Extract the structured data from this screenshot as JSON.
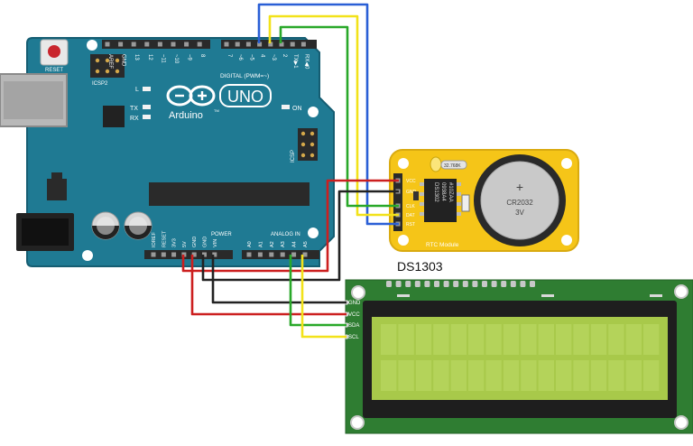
{
  "arduino": {
    "reset_label": "RESET",
    "icsp2_label": "ICSP2",
    "icsp_label": "ICSP",
    "brand_label": "Arduino",
    "tm_label": "TM",
    "model_label": "UNO",
    "on_label": "ON",
    "l_label": "L",
    "tx_label": "TX",
    "rx_label": "RX",
    "digital_label": "DIGITAL (PWM=~)",
    "power_label": "POWER",
    "analog_label": "ANALOG IN",
    "top_pins_left": [
      "AREF",
      "GND",
      "13",
      "12",
      "~11",
      "~10",
      "~9",
      "8"
    ],
    "top_pins_right": [
      "7",
      "~6",
      "~5",
      "4",
      "~3",
      "2",
      "TX▶1",
      "RX◀0"
    ],
    "power_pins": [
      "IOREF",
      "RESET",
      "3V3",
      "5V",
      "GND",
      "GND",
      "VIN"
    ],
    "analog_pins": [
      "A0",
      "A1",
      "A2",
      "A3",
      "A4",
      "A5"
    ]
  },
  "rtc": {
    "title": "DS1303",
    "module_label": "RTC Module",
    "battery_label": "CR2032",
    "battery_voltage": "3V",
    "battery_plus": "+",
    "crystal_label": "32.768K",
    "chip_lines": [
      "DS1302",
      "0938A4",
      "#10ZAA"
    ],
    "pins": [
      "VCC",
      "GND",
      "CLK",
      "DAT",
      "RST"
    ]
  },
  "lcd": {
    "pins": [
      "GND",
      "VCC",
      "SDA",
      "SCL"
    ]
  },
  "colors": {
    "board": "#1f7a93",
    "board_dark": "#155d72",
    "rtc_board": "#f5c518",
    "lcd_board": "#2f7d32",
    "lcd_screen": "#a8c94a",
    "wire_red": "#cc1f1f",
    "wire_black": "#222222",
    "wire_green": "#29a829",
    "wire_yellow": "#f2e21a",
    "wire_blue": "#2a5fd6"
  }
}
